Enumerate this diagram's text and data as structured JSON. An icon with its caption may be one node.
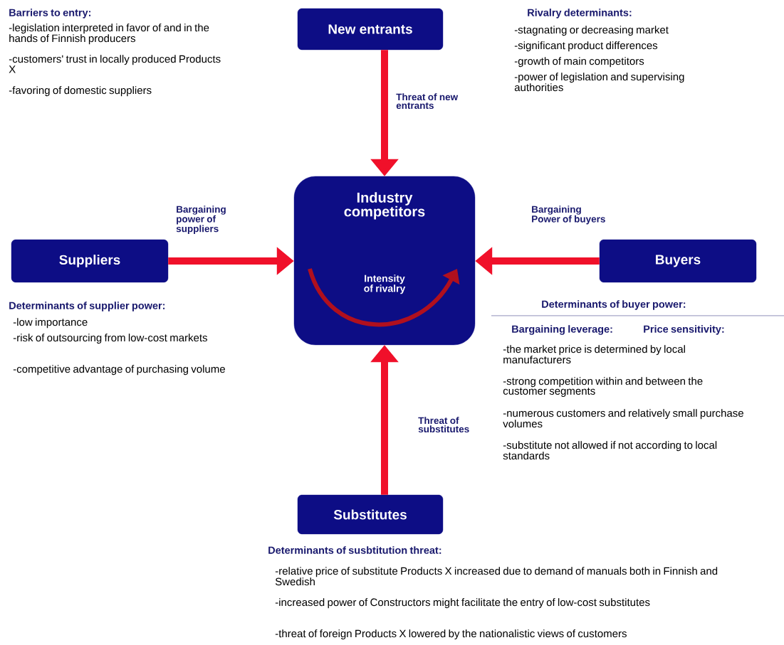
{
  "diagram": {
    "nodes": [
      {
        "text": [
          "New entrants"
        ]
      },
      {
        "text": [
          "Industry competitors",
          "Intensity of rivalry"
        ]
      },
      {
        "text": [
          "Suppliers"
        ]
      },
      {
        "text": [
          "Buyers"
        ]
      },
      {
        "text": [
          "Substitutes"
        ]
      }
    ],
    "edges": [
      {
        "from": 0,
        "to": 1,
        "arrow": "to",
        "label": "Threat of new entrants"
      },
      {
        "from": 2,
        "to": 1,
        "arrow": "to",
        "label": "Bargaining power of suppliers"
      },
      {
        "from": 3,
        "to": 1,
        "arrow": "to",
        "label": "Bargaining Power of buyers"
      },
      {
        "from": 4,
        "to": 1,
        "arrow": "to",
        "label": "Threat of substitutes"
      }
    ],
    "labels": [
      "Barriers to entry:",
      "-legislation interpreted in favor of and in the hands of Finnish producers",
      "-customers' trust in locally produced Products X",
      "-favoring of domestic suppliers",
      "Rivalry determinants:",
      "-stagnating or decreasing market",
      "-significant product differences",
      "-growth of main competitors",
      "-power of legislation and supervising authorities",
      "Determinants of supplier power:",
      "-low importance",
      "-risk of outsourcing from low-cost markets",
      "-competitive advantage of purchasing volume",
      "Determinants of buyer power:",
      "Bargaining leverage:",
      "Price sensitivity:",
      "-the market price is determined by local manufacturers",
      "-strong competition within and between the customer segments",
      "-numerous customers and relatively small purchase volumes",
      "-substitute not allowed if not according to local standards",
      "Determinants of susbtitution threat:",
      "-relative price of substitute Products X increased due to demand of manuals both in Finnish and Swedish",
      "-increased power of Constructors might facilitate the entry of low-cost substitutes",
      "-threat of foreign Products X lowered by the nationalistic views of customers"
    ]
  }
}
